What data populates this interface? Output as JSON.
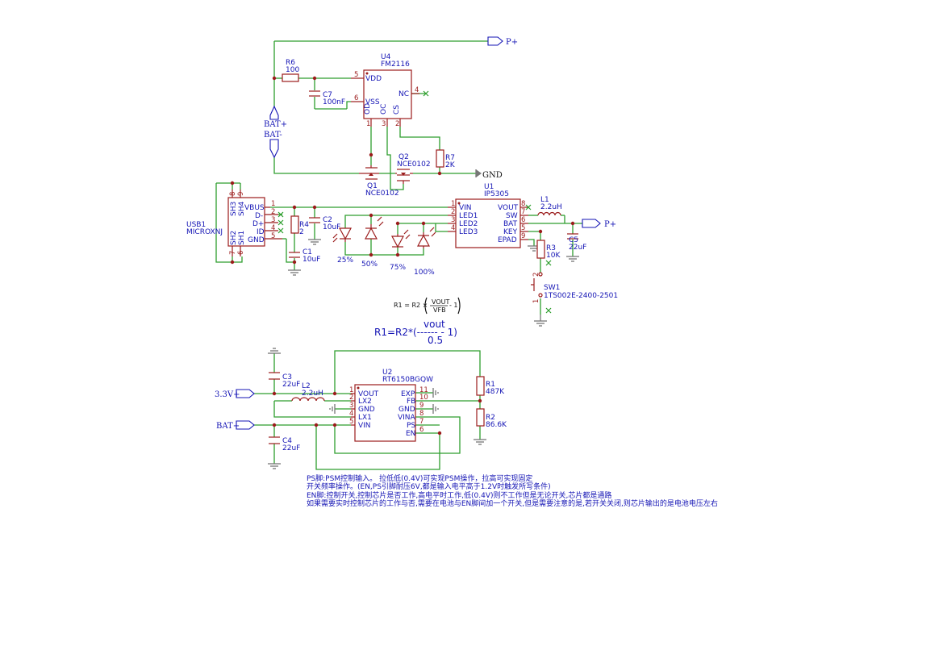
{
  "nets": {
    "p_plus_top": "P+",
    "p_plus_right": "P+",
    "bat_plus": "BAT+",
    "bat_minus": "BAT-",
    "gnd": "GND",
    "v33": "3.3V+",
    "bat_plus_bottom": "BAT+"
  },
  "u4": {
    "ref": "U4",
    "value": "FM2116",
    "pins": {
      "vdd": "VDD",
      "vss": "VSS",
      "nc": "NC",
      "od": "OD",
      "oc": "OC",
      "cs": "CS"
    },
    "pin_nums": {
      "vdd": "5",
      "vss": "6",
      "nc": "4",
      "od": "1",
      "oc": "3",
      "cs": "2"
    }
  },
  "r6": {
    "ref": "R6",
    "value": "100"
  },
  "c7": {
    "ref": "C7",
    "value": "100nF"
  },
  "r7": {
    "ref": "R7",
    "value": "2K"
  },
  "q1": {
    "ref": "Q1",
    "value": "NCE0102"
  },
  "q2": {
    "ref": "Q2",
    "value": "NCE0102"
  },
  "usb1": {
    "ref": "USB1",
    "value": "MICROXNJ",
    "pins": [
      "VBUS",
      "D-",
      "D+",
      "ID",
      "GND"
    ],
    "pin_nums": [
      "1",
      "2",
      "3",
      "4",
      "5"
    ],
    "shield": [
      "SH3",
      "SH4",
      "SH2",
      "SH1"
    ],
    "shield_nums": [
      "8",
      "9",
      "7",
      "6"
    ]
  },
  "r4": {
    "ref": "R4",
    "value": "2"
  },
  "c2": {
    "ref": "C2",
    "value": "10uF"
  },
  "c1": {
    "ref": "C1",
    "value": "10uF"
  },
  "leds": [
    "25%",
    "50%",
    "75%",
    "100%"
  ],
  "u1": {
    "ref": "U1",
    "value": "IP5305",
    "left_pins": [
      "VIN",
      "LED1",
      "LED2",
      "LED3"
    ],
    "left_nums": [
      "1",
      "2",
      "3",
      "4"
    ],
    "right_pins": [
      "VOUT",
      "SW",
      "BAT",
      "KEY",
      "EPAD"
    ],
    "right_nums": [
      "8",
      "7",
      "6",
      "5",
      "9"
    ]
  },
  "l1": {
    "ref": "L1",
    "value": "2.2uH"
  },
  "r3": {
    "ref": "R3",
    "value": "10K"
  },
  "c5": {
    "ref": "C5",
    "value": "22uF"
  },
  "sw1": {
    "ref": "SW1",
    "value": "1TS002E-2400-2501",
    "pin_nums": [
      "2",
      "1"
    ]
  },
  "formula_small": {
    "lhs": "R1 = R2 ×",
    "num": "VOUT",
    "den": "VFB",
    "tail": "- 1"
  },
  "formula_big": {
    "line1": "vout",
    "line2": "R1=R2*(------ - 1)",
    "line3": "0.5"
  },
  "u2": {
    "ref": "U2",
    "value": "RT6150BGQW",
    "left_pins": [
      "VOUT",
      "LX2",
      "GND",
      "LX1",
      "VIN"
    ],
    "left_nums": [
      "1",
      "2",
      "3",
      "4",
      "5"
    ],
    "right_pins": [
      "EXP",
      "FB",
      "GND",
      "VINA",
      "PS",
      "EN"
    ],
    "right_nums": [
      "11",
      "10",
      "9",
      "8",
      "7",
      "6"
    ]
  },
  "c3": {
    "ref": "C3",
    "value": "22uF"
  },
  "l2": {
    "ref": "L2",
    "value": "2.2uH"
  },
  "c4": {
    "ref": "C4",
    "value": "22uF"
  },
  "r1": {
    "ref": "R1",
    "value": "487K"
  },
  "r2": {
    "ref": "R2",
    "value": "86.6K"
  },
  "notes": [
    "PS脚:PSM控制输入。 拉低低(0.4V)可实现PSM操作，拉高可实现固定",
    "开关频率操作。(EN,PS引脚耐压6V,都是输入电平高于1.2V时触发所写条件)",
    "EN脚:控制开关,控制芯片是否工作,高电平时工作,低(0.4V)则不工作但是无论开关,芯片都是通路",
    "如果需要实时控制芯片的工作与否,需要在电池与EN脚间加一个开关,但是需要注意的是,若开关关闭,则芯片输出的是电池电压左右"
  ]
}
